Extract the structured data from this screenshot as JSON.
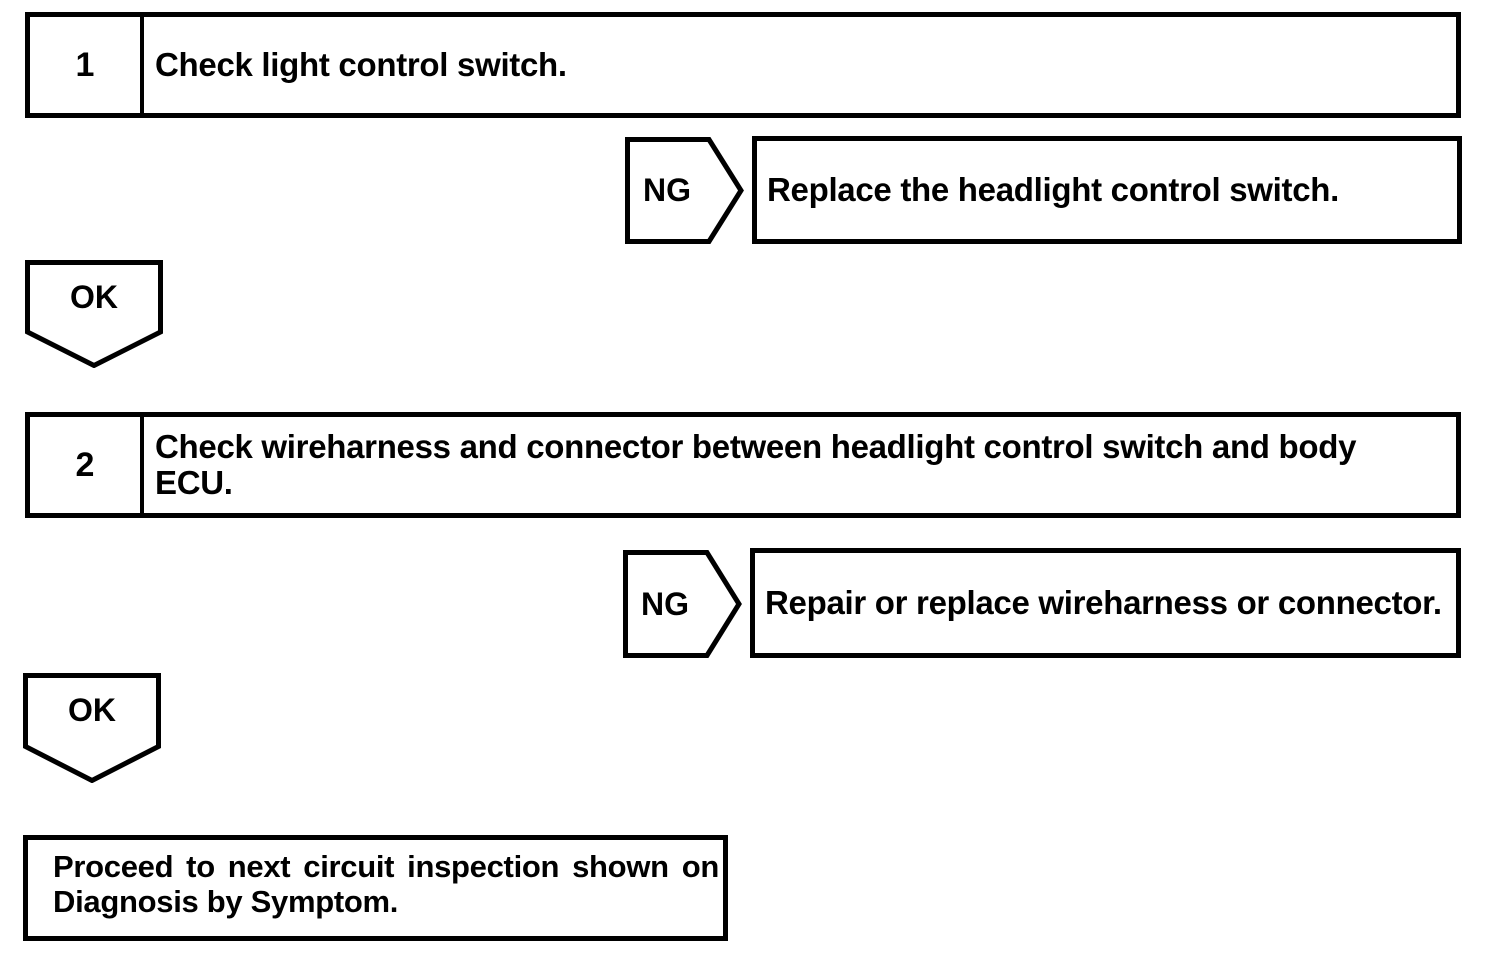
{
  "colors": {
    "ink": "#000000",
    "paper": "#ffffff"
  },
  "flow": {
    "step1": {
      "number": "1",
      "text": "Check light control switch."
    },
    "ng1": {
      "label": "NG"
    },
    "result1": {
      "text": "Replace the headlight control switch."
    },
    "ok1": {
      "label": "OK"
    },
    "step2": {
      "number": "2",
      "line1": "Check wireharness and connector between headlight control switch and body",
      "line2": "ECU."
    },
    "ng2": {
      "label": "NG"
    },
    "result2": {
      "text": "Repair or replace wireharness or connector."
    },
    "ok2": {
      "label": "OK"
    },
    "final": {
      "line1": "Proceed to next circuit inspection shown on",
      "line2": "Diagnosis by Symptom."
    }
  }
}
